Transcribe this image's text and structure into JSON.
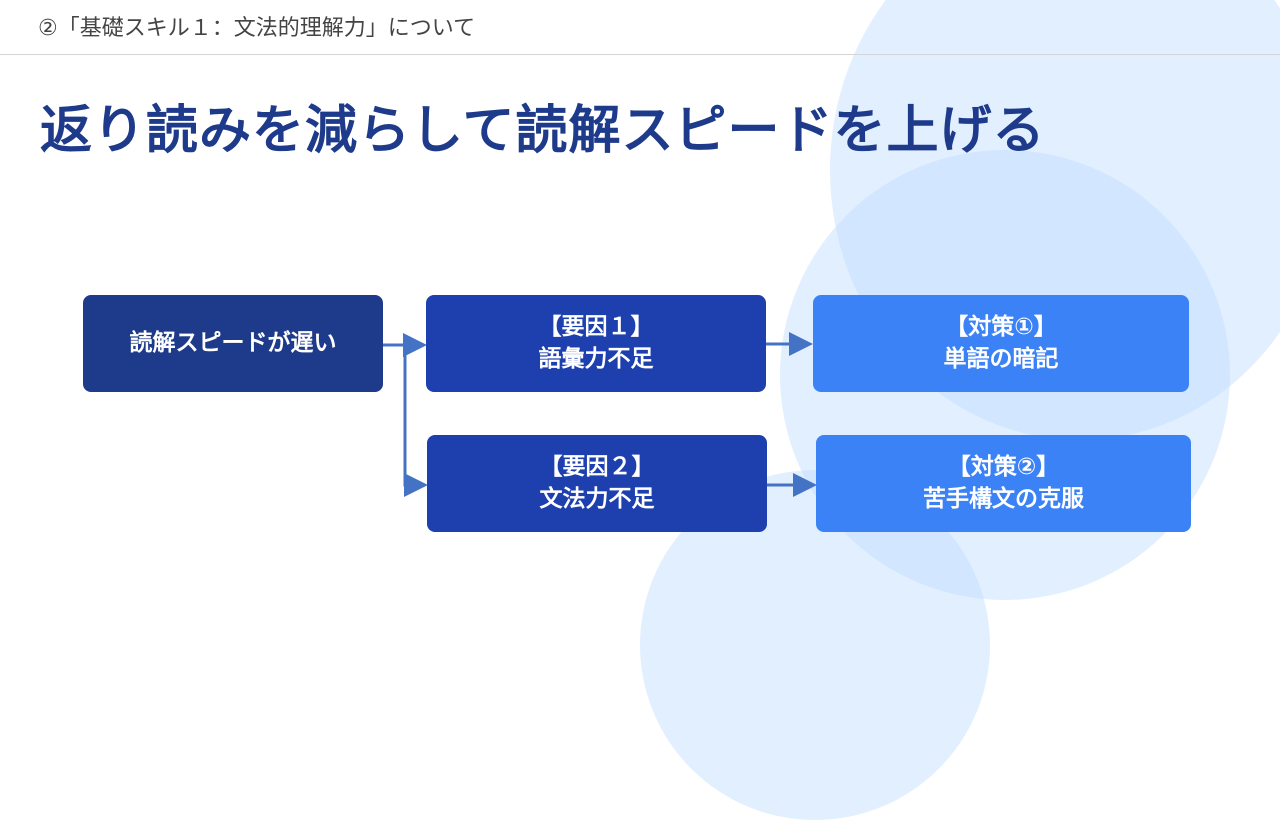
{
  "header": {
    "section": "②「基礎スキル１：文法的理解力」について"
  },
  "title": "返り読みを減らして読解スピードを上げる",
  "flow": {
    "problem": "読解スピードが遅い",
    "causes": [
      {
        "label": "【要因１】",
        "text": "語彙力不足"
      },
      {
        "label": "【要因２】",
        "text": "文法力不足"
      }
    ],
    "measures": [
      {
        "label": "【対策①】",
        "text": "単語の暗記"
      },
      {
        "label": "【対策②】",
        "text": "苦手構文の克服"
      }
    ]
  },
  "colors": {
    "title": "#1e3a8a",
    "problem": "#1e3a8a",
    "cause": "#1e40af",
    "measure": "#3b82f6",
    "arrow": "#4472c4"
  }
}
